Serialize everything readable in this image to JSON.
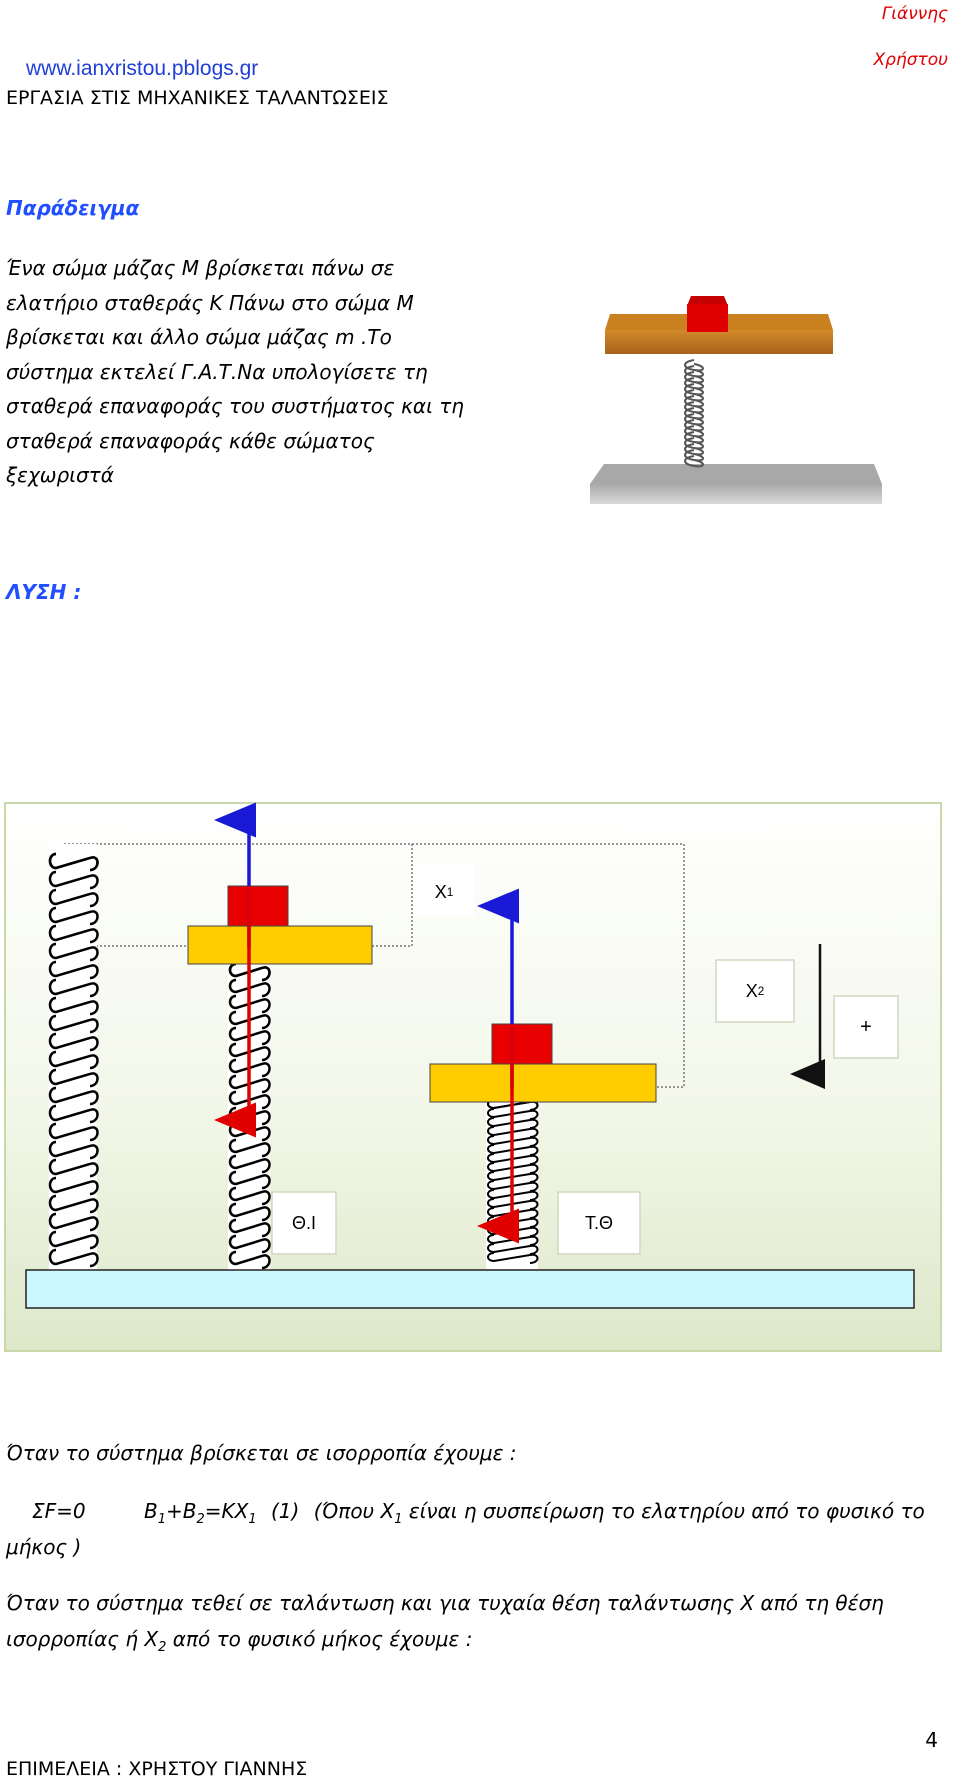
{
  "header": {
    "author_first": "Γιάννης",
    "author_last": "Χρήστου",
    "website": "www.ianxristou.pblogs.gr",
    "title": "ΕΡΓΑΣΙΑ ΣΤΙΣ ΜΗΧΑΝΙΚΕΣ ΤΑΛΑΝΤΩΣΕΙΣ"
  },
  "example": {
    "heading": "Παράδειγμα",
    "lines": [
      "Ένα σώμα μάζας Μ βρίσκεται πάνω σε",
      "ελατήριο σταθεράς Κ Πάνω στο σώμα Μ",
      "βρίσκεται και άλλο σώμα μάζας m .Το",
      "σύστημα εκτελεί Γ.Α.Τ.Να υπολογίσετε τη",
      "σταθερά επαναφοράς του συστήματος και τη",
      "σταθερά επαναφοράς κάθε σώματος",
      "ξεχωριστά"
    ]
  },
  "solution": {
    "heading": "ΛΥΣΗ :"
  },
  "diagram": {
    "x1_label": "X",
    "x1_sub": "1",
    "x2_label": "X",
    "x2_sub": "2",
    "plus_label": "+",
    "natural_length_label": "Θ.Ι",
    "equilibrium_label": "Τ.Θ"
  },
  "text": {
    "equilibrium_intro": "Όταν το σύστημα βρίσκεται σε ισορροπία έχουμε :",
    "sum_f": "ΣF=0",
    "eq_b": "B",
    "eq_b1": "1",
    "eq_plus_b": "+B",
    "eq_b2": "2",
    "eq_kx": "=KX",
    "eq_x1": "1",
    "eq_number": "(1)",
    "eq_note_start": "(Όπου X",
    "eq_note_sub": "1",
    "eq_note_end": "είναι η συσπείρωση το ελατηρίου από το φυσικό το",
    "eq_note_line2": "μήκος )",
    "oscillation_line1": "Όταν το σύστημα τεθεί σε ταλάντωση και για τυχαία θέση ταλάντωσης Χ από τη θέση",
    "oscillation_line2_start": "ισορροπίας ή X",
    "oscillation_line2_sub": "2",
    "oscillation_line2_end": "από το φυσικό μήκος έχουμε :"
  },
  "footer": {
    "page_number": "4",
    "editor": "ΕΠΙΜΕΛΕΙΑ : ΧΡΗΣΤΟΥ ΓΙΑΝΝΗΣ"
  }
}
